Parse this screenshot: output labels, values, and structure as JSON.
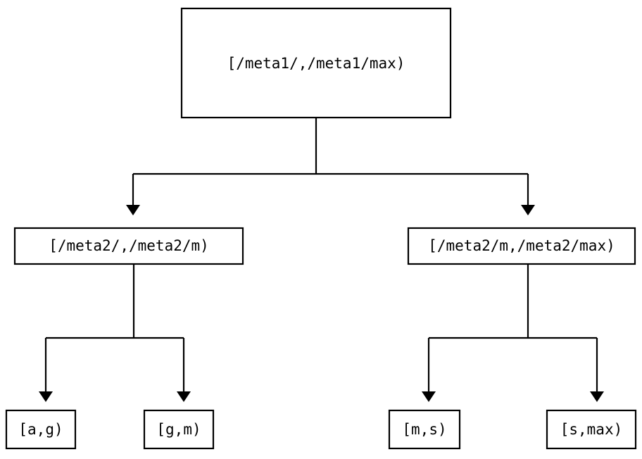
{
  "diagram": {
    "type": "tree",
    "title": "",
    "orientation": "top-down",
    "background_color": "#ffffff",
    "line_color": "#000000",
    "text_color": "#000000",
    "nodes": {
      "root": {
        "label": "[/meta1/,/meta1/max)",
        "level": 0
      },
      "mid_left": {
        "label": "[/meta2/,/meta2/m)",
        "level": 1
      },
      "mid_right": {
        "label": "[/meta2/m,/meta2/max)",
        "level": 1
      },
      "leaf_1": {
        "label": "[a,g)",
        "level": 2
      },
      "leaf_2": {
        "label": "[g,m)",
        "level": 2
      },
      "leaf_3": {
        "label": "[m,s)",
        "level": 2
      },
      "leaf_4": {
        "label": "[s,max)",
        "level": 2
      }
    },
    "edges": [
      {
        "from": "root",
        "to": "mid_left"
      },
      {
        "from": "root",
        "to": "mid_right"
      },
      {
        "from": "mid_left",
        "to": "leaf_1"
      },
      {
        "from": "mid_left",
        "to": "leaf_2"
      },
      {
        "from": "mid_right",
        "to": "leaf_3"
      },
      {
        "from": "mid_right",
        "to": "leaf_4"
      }
    ]
  }
}
